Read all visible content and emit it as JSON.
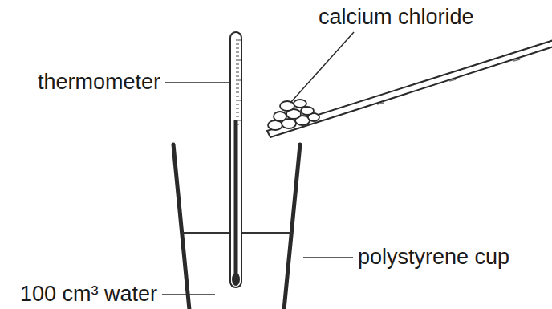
{
  "diagram": {
    "labels": [
      "calcium chloride",
      "thermometer",
      "100 cm³ water",
      "polystyrene cup"
    ]
  }
}
